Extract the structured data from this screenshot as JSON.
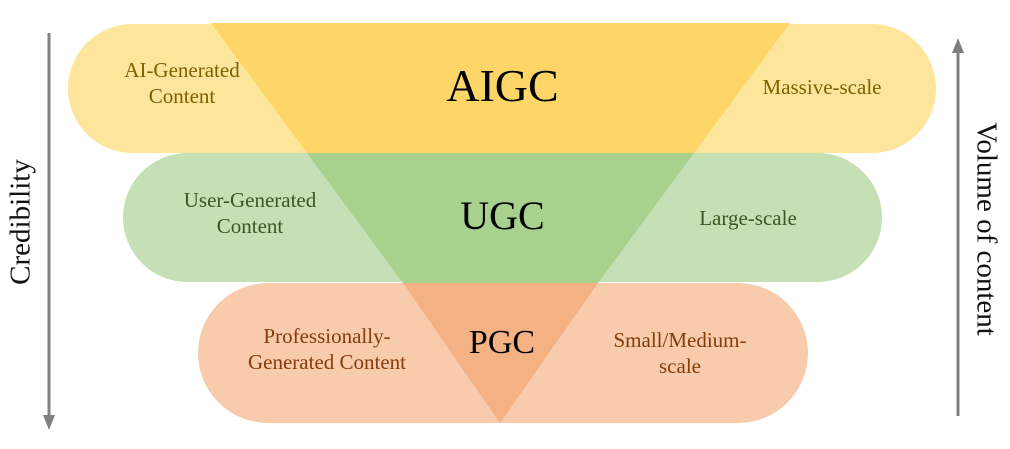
{
  "diagram": {
    "colors": {
      "aigc_pill": "#FDE59C",
      "aigc_tri": "#FDD667",
      "aigc_text": "#7F6000",
      "ugc_pill": "#C5E0B4",
      "ugc_tri": "#A9D18E",
      "ugc_text": "#385723",
      "pgc_pill": "#F8CBAD",
      "pgc_tri": "#F4B183",
      "pgc_text": "#843C0C",
      "arrow": "#808080"
    },
    "tiers": [
      {
        "abbr": "AIGC",
        "full_line1": "AI-Generated",
        "full_line2": "Content",
        "scale_line1": "Massive-scale",
        "scale_line2": ""
      },
      {
        "abbr": "UGC",
        "full_line1": "User-Generated",
        "full_line2": "Content",
        "scale_line1": "Large-scale",
        "scale_line2": ""
      },
      {
        "abbr": "PGC",
        "full_line1": "Professionally-",
        "full_line2": "Generated Content",
        "scale_line1": "Small/Medium-",
        "scale_line2": "scale"
      }
    ],
    "left_axis_label": "Credibility",
    "right_axis_label": "Volume of content",
    "left_arrow_icon": "arrow-down-icon",
    "right_arrow_icon": "arrow-up-icon"
  }
}
